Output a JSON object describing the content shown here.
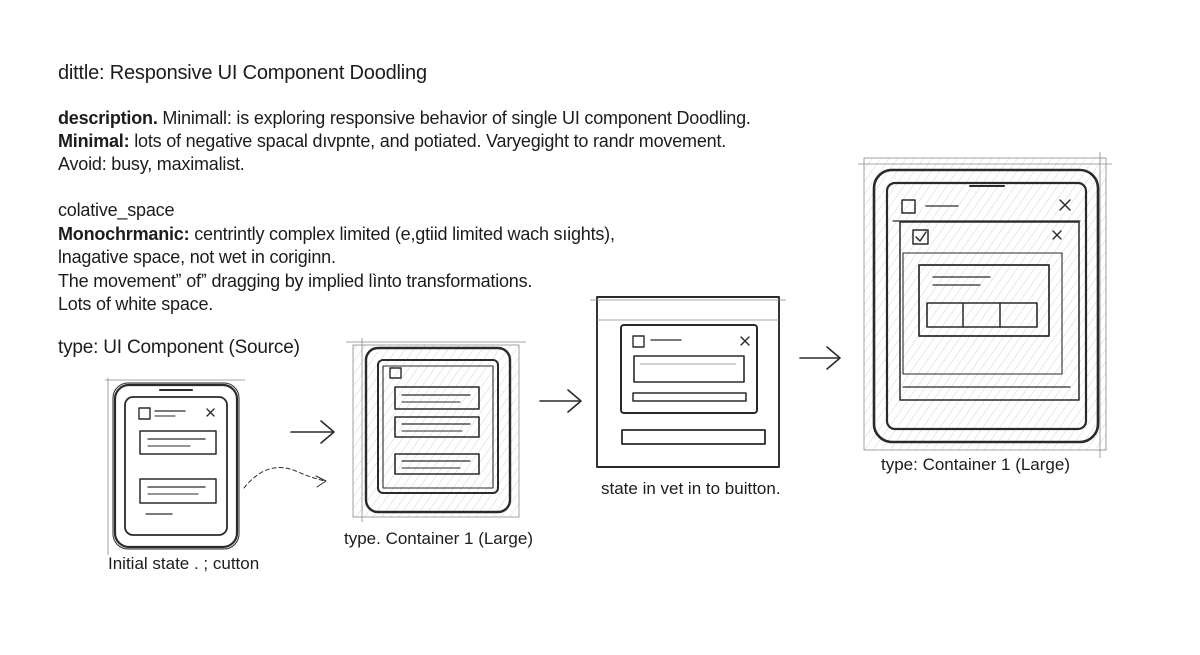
{
  "title": "dittle: Responsive UI Component Doodling",
  "description": {
    "line1_key": "description.",
    "line1_text": " Minimall: is exploring responsive behavior of single UI component Doodling.",
    "line2_key": "Minimal:",
    "line2_text": " lots of negative spacal dıvpnte, and potiated. Varyegight to randr movement.",
    "line3": "Avoid: busy, maximalist."
  },
  "negative_space": {
    "heading": "colative_space",
    "line1_key": "Monochrmanic:",
    "line1_text": " centrintly complex limited (e,gtiid limited wach sıights),",
    "line2": "lnagative space, not wet in coriginn.",
    "line3": "The movementˮ ofˮ dragging by implied lìnto transformations.",
    "line4": "Lots of white space."
  },
  "type_source": "type: UI Component (Source)",
  "captions": {
    "phone": "Initial state . ; cutton",
    "tablet": "type. Container 1 (Large)",
    "window": "state in vet in to buitton.",
    "large": "type: Container 1 (Large)"
  },
  "icons": [
    "close-icon",
    "checkbox-icon",
    "checked-checkbox-icon",
    "arrow-right-icon"
  ],
  "colors": {
    "ink": "#2a2a2a",
    "paper": "#ffffff",
    "hatch": "#8a8a8a"
  }
}
